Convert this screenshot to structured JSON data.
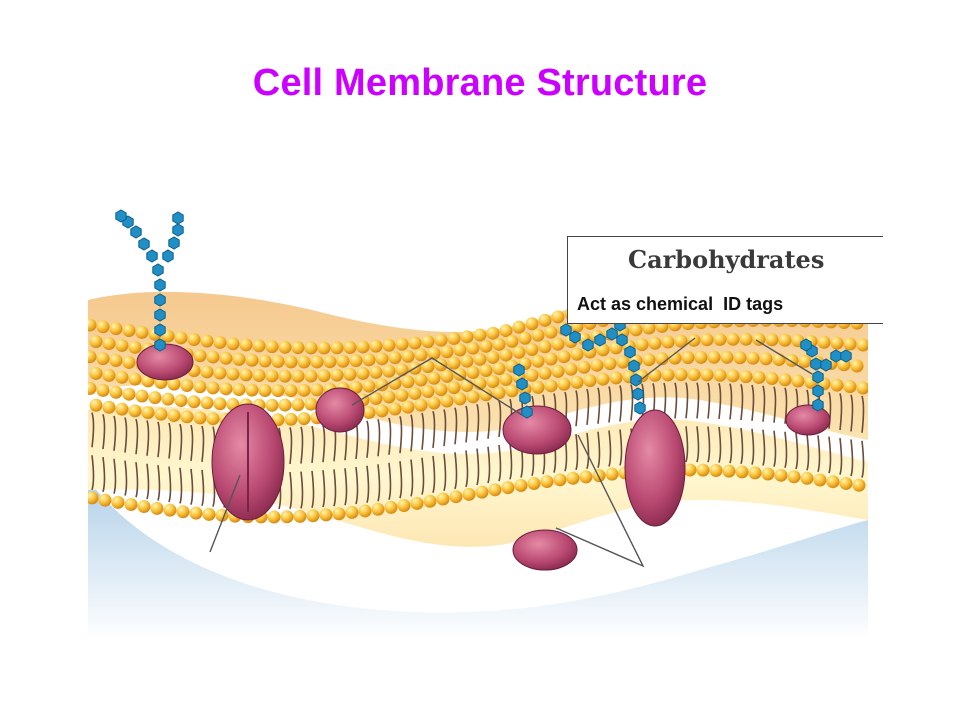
{
  "title": "Cell Membrane Structure",
  "callout": {
    "heading": "Carbohydrates",
    "description": "Act as chemical  ID tags"
  },
  "colors": {
    "title": "#cc00ff",
    "membrane_top": "#f6c98c",
    "membrane_core": "#fdf3c0",
    "phospholipid_head": "#f7b733",
    "phospholipid_tail": "#6b4b3a",
    "protein": "#b0476a",
    "carbohydrate": "#1f8fc6",
    "shadow": "#bcd7ec",
    "leader_line": "#444444"
  }
}
